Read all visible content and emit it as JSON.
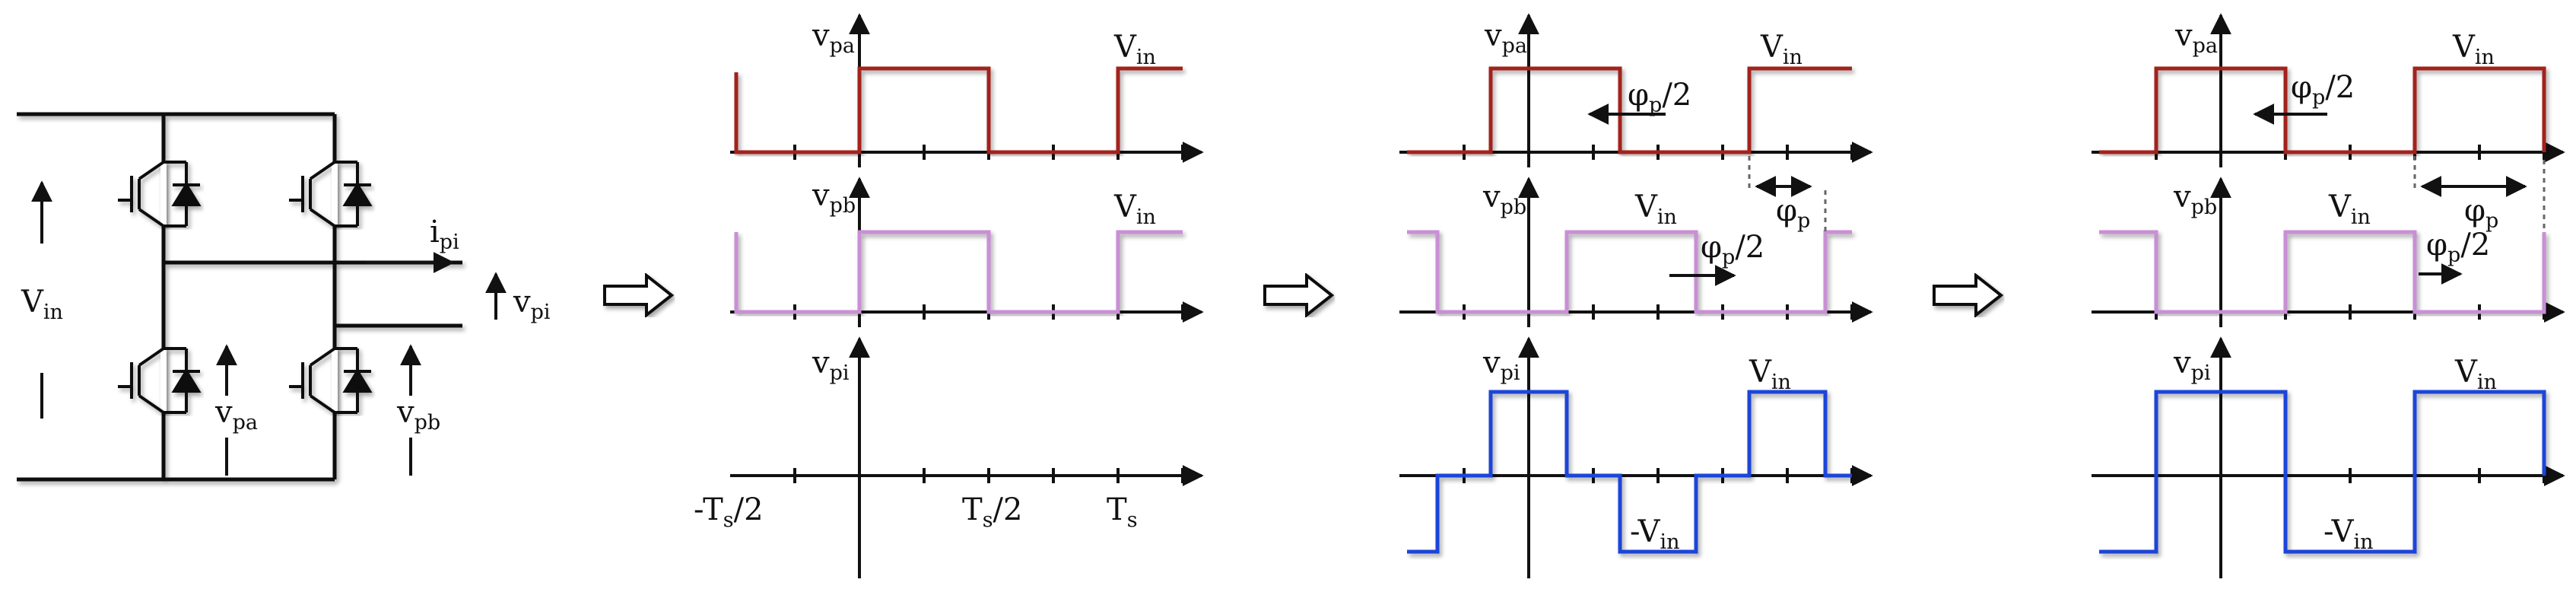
{
  "circuit": {
    "vin": {
      "main": "V",
      "sub": "in"
    },
    "ipi": {
      "main": "i",
      "sub": "pi"
    },
    "vpi": {
      "main": "v",
      "sub": "pi"
    },
    "vpa": {
      "main": "v",
      "sub": "pa"
    },
    "vpb": {
      "main": "v",
      "sub": "pb"
    }
  },
  "waveform_panels": [
    {
      "vpa": {
        "main": "v",
        "sub": "pa"
      },
      "vpa_amp": {
        "main": "V",
        "sub": "in"
      },
      "vpb": {
        "main": "v",
        "sub": "pb"
      },
      "vpb_amp": {
        "main": "V",
        "sub": "in"
      },
      "vpi": {
        "main": "v",
        "sub": "pi"
      },
      "tick_neg_half": {
        "pre": "-T",
        "sub": "s",
        "post": "/2"
      },
      "tick_half": {
        "pre": "T",
        "sub": "s",
        "post": "/2"
      },
      "tick_full": {
        "pre": "T",
        "sub": "s",
        "post": ""
      }
    },
    {
      "vpa": {
        "main": "v",
        "sub": "pa"
      },
      "vpa_amp": {
        "main": "V",
        "sub": "in"
      },
      "vpa_shift": {
        "pre": "φ",
        "sub": "p",
        "post": "/2"
      },
      "phase": {
        "pre": "φ",
        "sub": "p",
        "post": ""
      },
      "vpb": {
        "main": "v",
        "sub": "pb"
      },
      "vpb_amp": {
        "main": "V",
        "sub": "in"
      },
      "vpb_shift": {
        "pre": "φ",
        "sub": "p",
        "post": "/2"
      },
      "vpi": {
        "main": "v",
        "sub": "pi"
      },
      "vpi_pos": {
        "main": "V",
        "sub": "in"
      },
      "vpi_neg": {
        "main": "-V",
        "sub": "in"
      }
    },
    {
      "vpa": {
        "main": "v",
        "sub": "pa"
      },
      "vpa_amp": {
        "main": "V",
        "sub": "in"
      },
      "vpa_shift": {
        "pre": "φ",
        "sub": "p",
        "post": "/2"
      },
      "phase": {
        "pre": "φ",
        "sub": "p",
        "post": ""
      },
      "vpb": {
        "main": "v",
        "sub": "pb"
      },
      "vpb_amp": {
        "main": "V",
        "sub": "in"
      },
      "vpb_shift": {
        "pre": "φ",
        "sub": "p",
        "post": "/2"
      },
      "vpi": {
        "main": "v",
        "sub": "pi"
      },
      "vpi_pos": {
        "main": "V",
        "sub": "in"
      },
      "vpi_neg": {
        "main": "-V",
        "sub": "in"
      }
    }
  ],
  "colors": {
    "vpa_wave": "#a3241c",
    "vpb_wave": "#c98fd6",
    "vpi_wave": "#1f44d8",
    "axis": "#111111"
  },
  "icons": [
    "transition-arrow-icon",
    "axis-arrow-icon"
  ]
}
